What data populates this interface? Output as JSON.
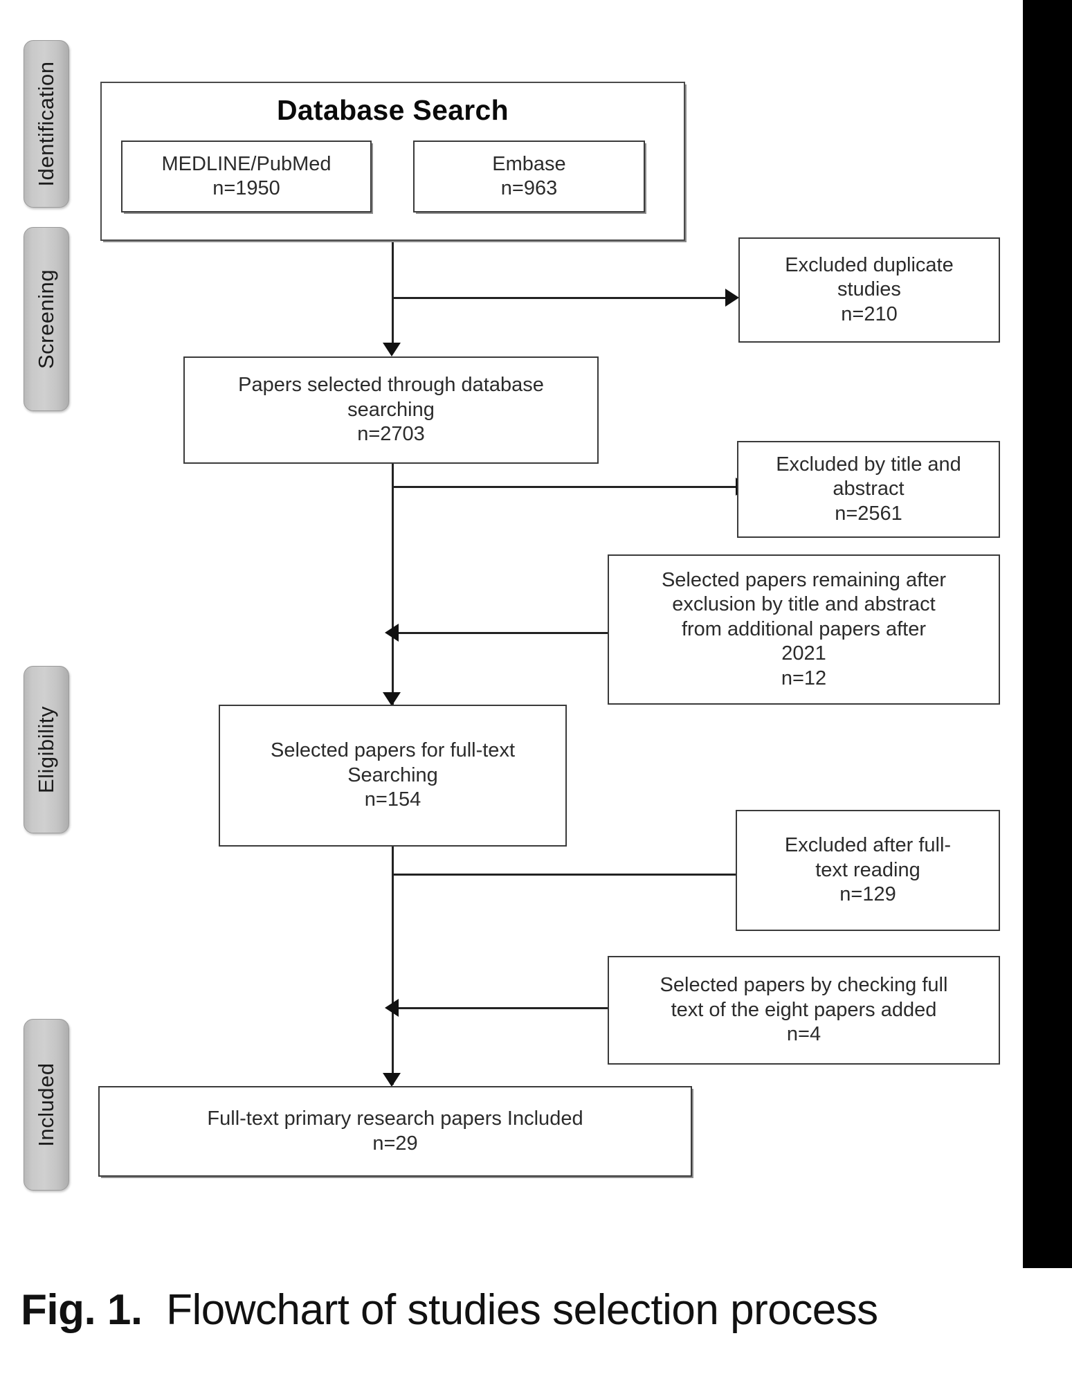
{
  "figure": {
    "caption_bold": "Fig. 1.",
    "caption_rest": "Flowchart of studies selection process"
  },
  "stages": [
    {
      "label": "Identification"
    },
    {
      "label": "Screening"
    },
    {
      "label": "Eligibility"
    },
    {
      "label": "Included"
    }
  ],
  "database_search": {
    "title": "Database Search",
    "sources": [
      {
        "name": "MEDLINE/PubMed",
        "count": "n=1950"
      },
      {
        "name": "Embase",
        "count": "n=963"
      }
    ]
  },
  "boxes": {
    "excluded_duplicates": "Excluded duplicate\nstudies\nn=210",
    "papers_selected": "Papers selected through database\nsearching\nn=2703",
    "excluded_title_abstract": "Excluded by title and\nabstract\nn=2561",
    "additional_after_2021": "Selected papers remaining after\nexclusion by title and abstract\nfrom additional papers after\n2021\nn=12",
    "selected_full_text": "Selected papers for full-text\nSearching\nn=154",
    "excluded_full_text": "Excluded after full-\ntext reading\nn=129",
    "added_eight_papers": "Selected papers by checking full\ntext of the eight papers added\nn=4",
    "included_final": "Full-text primary research papers Included\nn=29"
  },
  "chart_data": {
    "type": "diagram",
    "title": "Flowchart of studies selection process",
    "stages": [
      "Identification",
      "Screening",
      "Eligibility",
      "Included"
    ],
    "nodes": [
      {
        "id": "medline",
        "label": "MEDLINE/PubMed",
        "n": 1950,
        "stage": "Identification"
      },
      {
        "id": "embase",
        "label": "Embase",
        "n": 963,
        "stage": "Identification"
      },
      {
        "id": "excluded_duplicates",
        "label": "Excluded duplicate studies",
        "n": 210,
        "stage": "Identification"
      },
      {
        "id": "papers_selected",
        "label": "Papers selected through database searching",
        "n": 2703,
        "stage": "Screening"
      },
      {
        "id": "excluded_title_abstract",
        "label": "Excluded by title and abstract",
        "n": 2561,
        "stage": "Screening"
      },
      {
        "id": "additional_after_2021",
        "label": "Selected papers remaining after exclusion by title and abstract from additional papers after 2021",
        "n": 12,
        "stage": "Screening"
      },
      {
        "id": "selected_full_text",
        "label": "Selected papers for full-text Searching",
        "n": 154,
        "stage": "Eligibility"
      },
      {
        "id": "excluded_full_text",
        "label": "Excluded after full-text reading",
        "n": 129,
        "stage": "Eligibility"
      },
      {
        "id": "added_eight_papers",
        "label": "Selected papers by checking full text of the eight papers added",
        "n": 4,
        "stage": "Eligibility"
      },
      {
        "id": "included_final",
        "label": "Full-text primary research papers Included",
        "n": 29,
        "stage": "Included"
      }
    ],
    "edges": [
      {
        "from": "database_search",
        "to": "papers_selected",
        "direction": "down"
      },
      {
        "from": "database_search",
        "to": "excluded_duplicates",
        "direction": "right"
      },
      {
        "from": "papers_selected",
        "to": "selected_full_text",
        "direction": "down"
      },
      {
        "from": "papers_selected",
        "to": "excluded_title_abstract",
        "direction": "right"
      },
      {
        "from": "additional_after_2021",
        "to": "selected_full_text",
        "direction": "left"
      },
      {
        "from": "selected_full_text",
        "to": "included_final",
        "direction": "down"
      },
      {
        "from": "selected_full_text",
        "to": "excluded_full_text",
        "direction": "right"
      },
      {
        "from": "added_eight_papers",
        "to": "included_final",
        "direction": "left"
      }
    ]
  }
}
